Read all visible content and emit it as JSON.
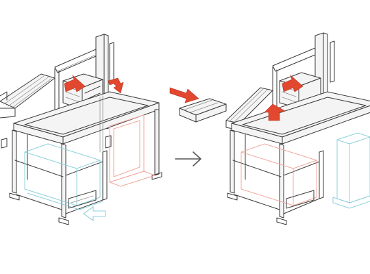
{
  "colors": {
    "line": "#3a3a3a",
    "frame_fill": "#f4f4f4",
    "infeed_load": "#8fd0dc",
    "outfeed_load": "#f0a89c",
    "motion_arrow": "#e2472f",
    "flow_arrow": "#555555",
    "background": "#ffffff"
  },
  "panels": [
    {
      "name": "before-machine",
      "state": "empty pallet entering from front, loaded pallet at rear"
    },
    {
      "name": "after-machine",
      "state": "pallet transferred to exit side"
    }
  ],
  "icons": [
    "process-arrow-icon",
    "motion-arrow-icon",
    "infeed-arrow-icon"
  ]
}
